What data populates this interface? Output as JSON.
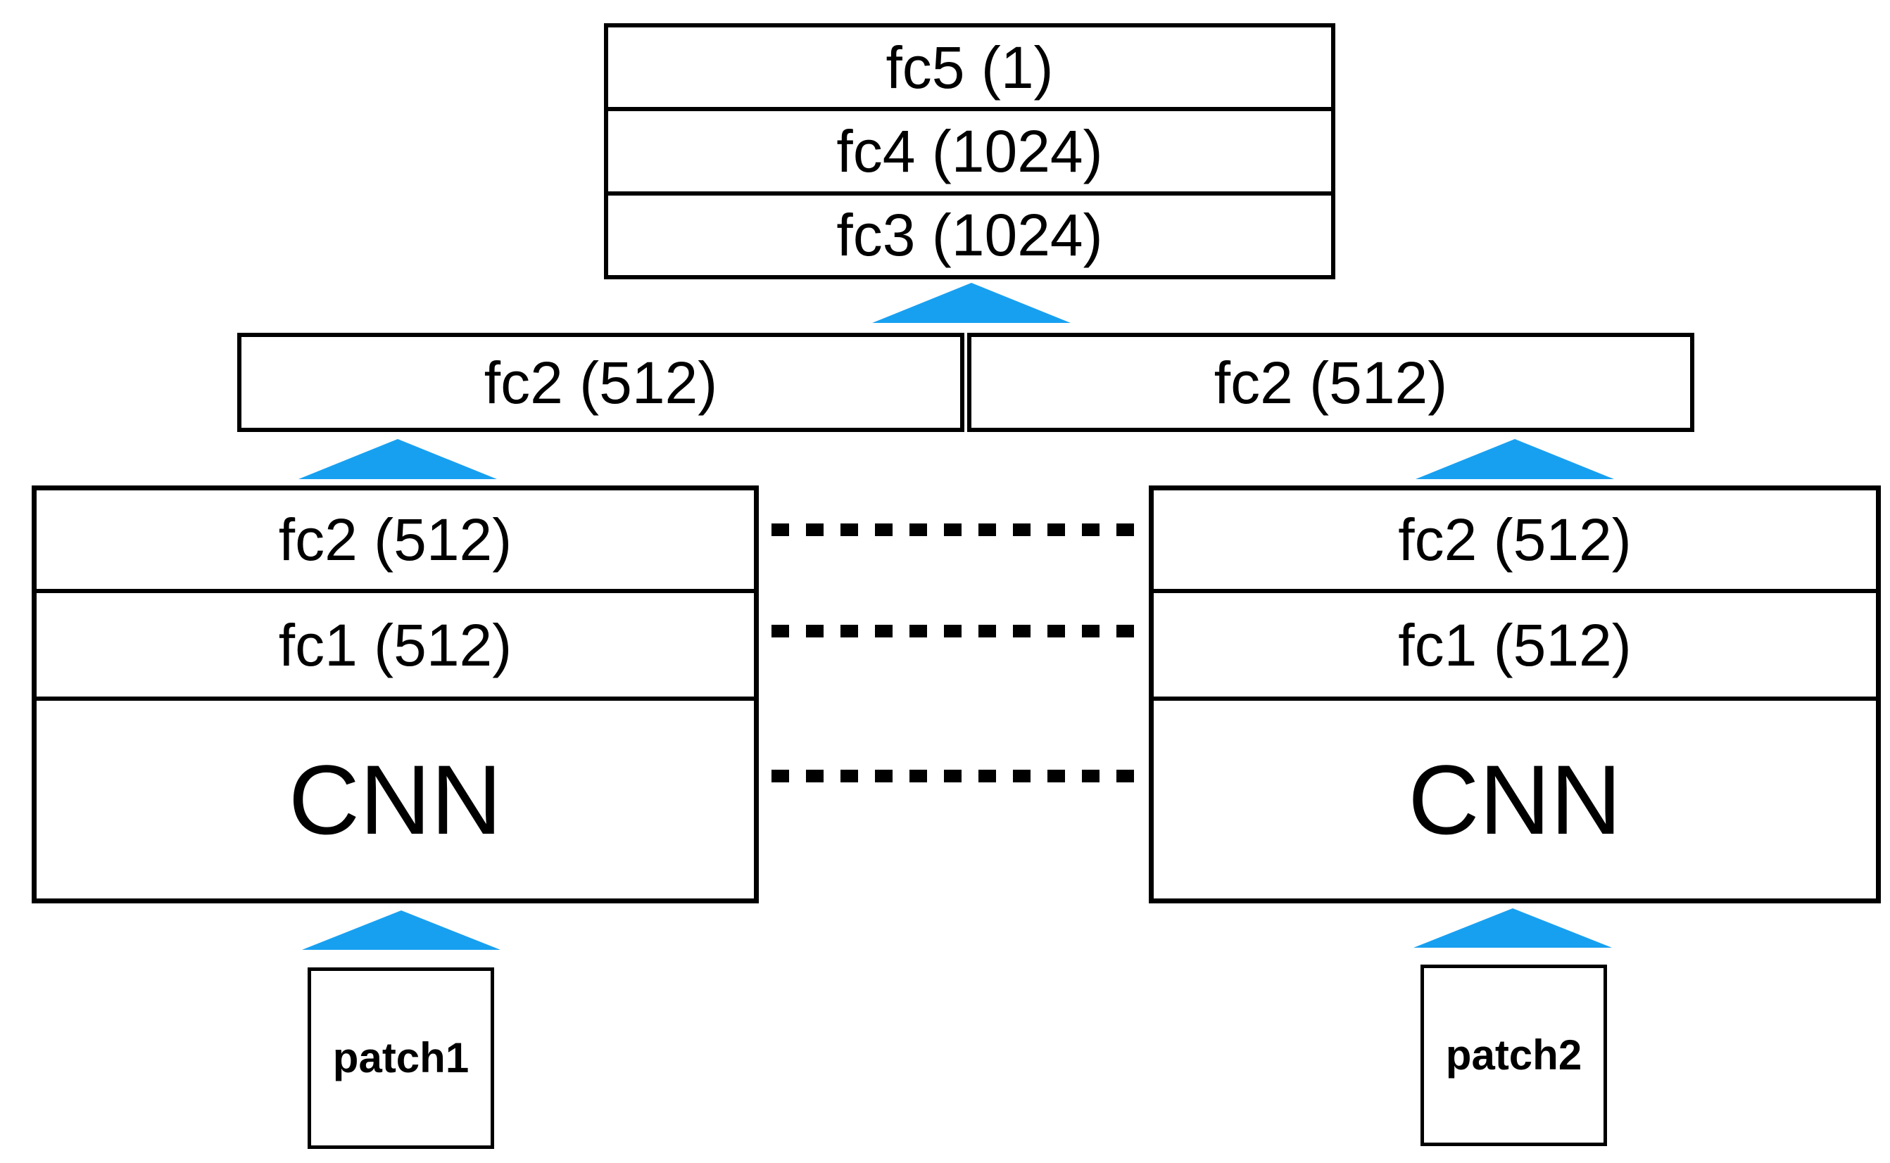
{
  "colors": {
    "arrow_blue": "#18A0F0",
    "line_black": "#000000",
    "background": "#FFFFFF"
  },
  "top_block": {
    "fc5": "fc5 (1)",
    "fc4": "fc4 (1024)",
    "fc3": "fc3 (1024)"
  },
  "merge_row": {
    "left_fc2": "fc2 (512)",
    "right_fc2": "fc2 (512)"
  },
  "left_tower": {
    "fc2": "fc2 (512)",
    "fc1": "fc1 (512)",
    "cnn": "CNN"
  },
  "right_tower": {
    "fc2": "fc2 (512)",
    "fc1": "fc1 (512)",
    "cnn": "CNN"
  },
  "inputs": {
    "patch1_label": "patch1",
    "patch2_label": "patch2"
  }
}
